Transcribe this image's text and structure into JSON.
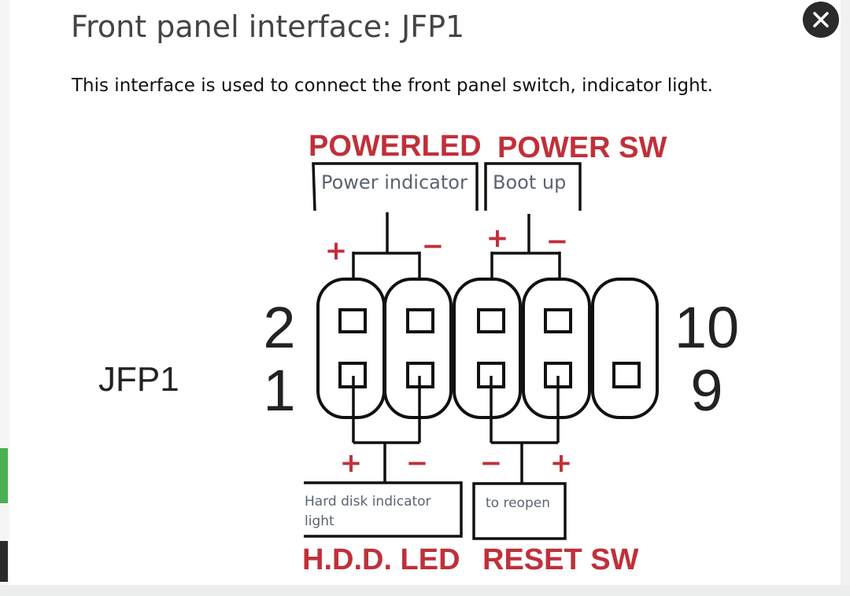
{
  "header": {
    "title": "Front panel interface: JFP1",
    "description": "This interface is used to connect the front panel switch, indicator light."
  },
  "close_icon": "close-icon",
  "colors": {
    "red": "#c0303a",
    "black": "#111111",
    "caption": "#5a6470"
  },
  "diagram": {
    "connector_name": "JFP1",
    "pin_numbers": {
      "top_left": "2",
      "bottom_left": "1",
      "top_right": "10",
      "bottom_right": "9"
    },
    "top_groups": [
      {
        "title": "POWERLED",
        "caption": "Power indicator",
        "plus": "+",
        "minus": "−"
      },
      {
        "title": "POWER SW",
        "caption": "Boot up",
        "plus": "+",
        "minus": "−"
      }
    ],
    "bottom_groups": [
      {
        "title": "H.D.D. LED",
        "caption": "Hard disk indicator light",
        "caption_line1": "Hard disk indicator",
        "caption_line2": "light",
        "plus": "+",
        "minus": "−"
      },
      {
        "title": "RESET SW",
        "caption": "to reopen",
        "plus": "+",
        "minus": "−"
      }
    ]
  }
}
